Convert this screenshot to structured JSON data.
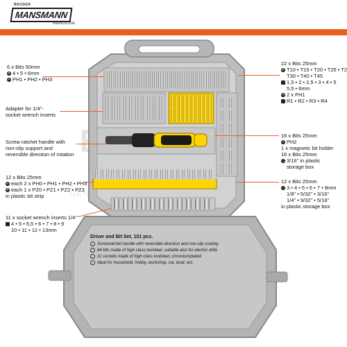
{
  "brand": {
    "top": "BRUDER",
    "name": "MANSMANN",
    "sub": "WERKZEUGE"
  },
  "colors": {
    "accent": "#e8601c",
    "case": "#b9b9b9",
    "case_dark": "#8f8f8f",
    "yellow": "#ffd400",
    "black": "#1a1a1a"
  },
  "watermark": {
    "big": "EPOS",
    "small": "GENERAL TRADING CONT. CO."
  },
  "labels": {
    "bits_50mm": {
      "title": "6 x Bits 50mm",
      "line1": "4 • 5 • 6mm",
      "line2": "PH1 • PH2 • PH3"
    },
    "adapter": {
      "line1": "Adapter for 1/4\"-",
      "line2": "socket wrench inserts"
    },
    "ratchet": {
      "line1": "Screw ratchet handle with",
      "line2": "non-slip support and",
      "line3": "reversible direction of rotation"
    },
    "bits_strip": {
      "title": "12 x Bits 25mm",
      "line1": "each 2 x PH0 • PH1 • PH2 • PH3",
      "line2": "each 1 x PZ0 • PZ1 • PZ2 • PZ3",
      "line3": "in plastic bit strip"
    },
    "sockets": {
      "title": "11 x socket wrench inserts 1/4\"",
      "line1": "4 • 5 • 5,5 • 6 • 7 • 8 • 9",
      "line2": "10 • 11 • 12 • 13mm"
    },
    "bits_22": {
      "title": "22 x Bits 25mm",
      "line1": "T10 • T15 • T20 • T25 • T27",
      "line2": "T30 • T40 • T45",
      "line3": "1,5 • 2 • 2,5 • 3 • 4 • 5",
      "line4": "5,5 • 6mm",
      "line5": "2 x PH1",
      "line6": "R1 • R2 • R3 • R4"
    },
    "bits_16": {
      "title": "16 x Bits 25mm",
      "line1": "PH2",
      "line2": "1 x magnetic bit holder",
      "line3": "16 x Bits 25mm",
      "line4": "3/16\" in plastic",
      "line5": "storage box"
    },
    "bits_12": {
      "title": "12 x Bits 25mm",
      "line1": "3 • 4 • 5 • 6 • 7 • 8mm",
      "line2": "1/8\" • 5/32\" • 3/16\"",
      "line3": "1/4\" • 9/32\" • 5/16\"",
      "line4": "in plastic storage box"
    }
  },
  "description": {
    "title": "Driver and Bit Set, 101 pcs.",
    "items": [
      "Screwratchet handle with reversible direction and non-slip coating",
      "84 bits made of high class toolsteel, suitable also for electric drills",
      "11 sockets made of high class toolsteel, chromiumplated",
      "Ideal for household, hobby, workshop, car, boat, ect."
    ]
  }
}
